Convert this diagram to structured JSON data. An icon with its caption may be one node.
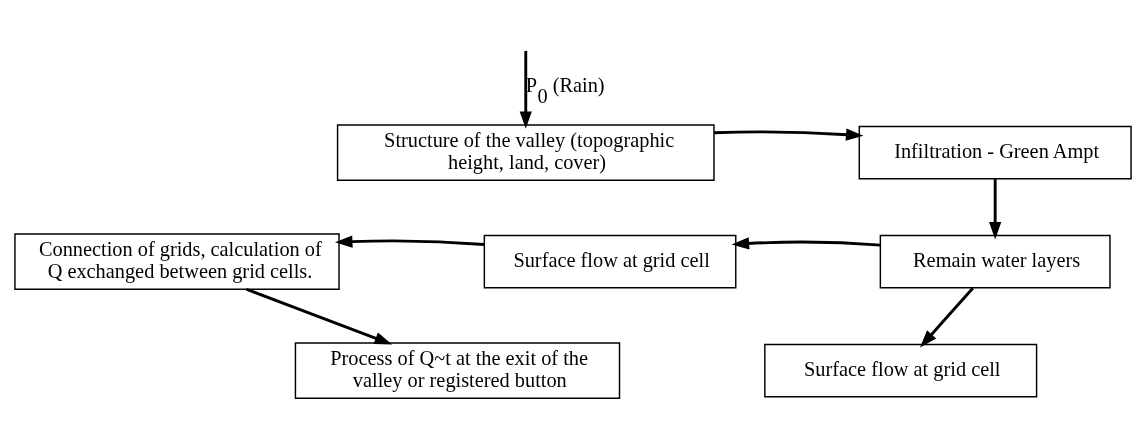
{
  "diagram": {
    "nodes": [
      {
        "text": [
          "Structure of the valley (topographic height, land, cover)"
        ]
      },
      {
        "text": [
          "Infiltration - Green Ampt"
        ]
      },
      {
        "text": [
          "Remain water layers"
        ]
      },
      {
        "text": [
          "Surface flow at grid cell"
        ]
      },
      {
        "text": [
          "Connection of grids, calculation of Q exchanged between grid cells."
        ]
      },
      {
        "text": [
          "Process of Q~t at the exit of the valley or registered button"
        ]
      },
      {
        "text": [
          "Surface flow at grid cell"
        ]
      }
    ],
    "edges": [
      {
        "from": null,
        "to": 0,
        "arrow": "to",
        "label": "P$_{0}$ (Rain)"
      },
      {
        "from": 0,
        "to": 1,
        "arrow": "to"
      },
      {
        "from": 1,
        "to": 2,
        "arrow": "to"
      },
      {
        "from": 2,
        "to": 3,
        "arrow": "to"
      },
      {
        "from": 3,
        "to": 4,
        "arrow": "to"
      },
      {
        "from": 4,
        "to": 5,
        "arrow": "to"
      },
      {
        "from": 2,
        "to": 6,
        "arrow": "to"
      }
    ]
  }
}
